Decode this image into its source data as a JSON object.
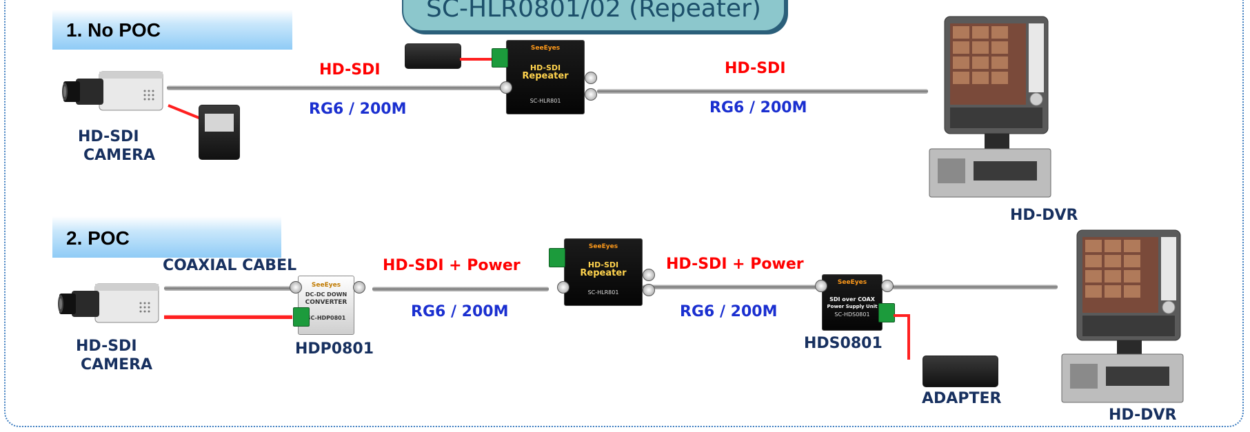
{
  "title": "SC-HLR0801/02 (Repeater)",
  "section1": {
    "title": "1. No POC",
    "camera_label_line1": "HD-SDI",
    "camera_label_line2": "CAMERA",
    "signal_left": "HD-SDI",
    "cable_left": "RG6 / 200M",
    "signal_right": "HD-SDI",
    "cable_right": "RG6 / 200M",
    "dvr_label": "HD-DVR"
  },
  "section2": {
    "title": "2. POC",
    "coax_label": "COAXIAL CABEL",
    "camera_label_line1": "HD-SDI",
    "camera_label_line2": "CAMERA",
    "converter_label": "HDP0801",
    "signal_left": "HD-SDI + Power",
    "cable_left": "RG6 / 200M",
    "signal_right": "HD-SDI + Power",
    "cable_right": "RG6 / 200M",
    "power_unit_label": "HDS0801",
    "adapter_label": "ADAPTER",
    "dvr_label": "HD-DVR"
  },
  "devices": {
    "brand": "SeeEyes",
    "repeater_line1": "HD-SDI",
    "repeater_line2": "Repeater",
    "repeater_model": "SC-HLR801",
    "converter_line1": "DC-DC DOWN",
    "converter_line2": "CONVERTER",
    "converter_model": "SC-HDP0801",
    "psu_line1": "SDI over COAX",
    "psu_line2": "Power Supply Unit",
    "psu_model": "SC-HDS0801"
  },
  "colors": {
    "signal": "#ff0000",
    "cable_spec": "#1a2fd0",
    "device_label": "#17305f",
    "banner": "#8cc7cc",
    "frame": "#3a7bbf"
  }
}
